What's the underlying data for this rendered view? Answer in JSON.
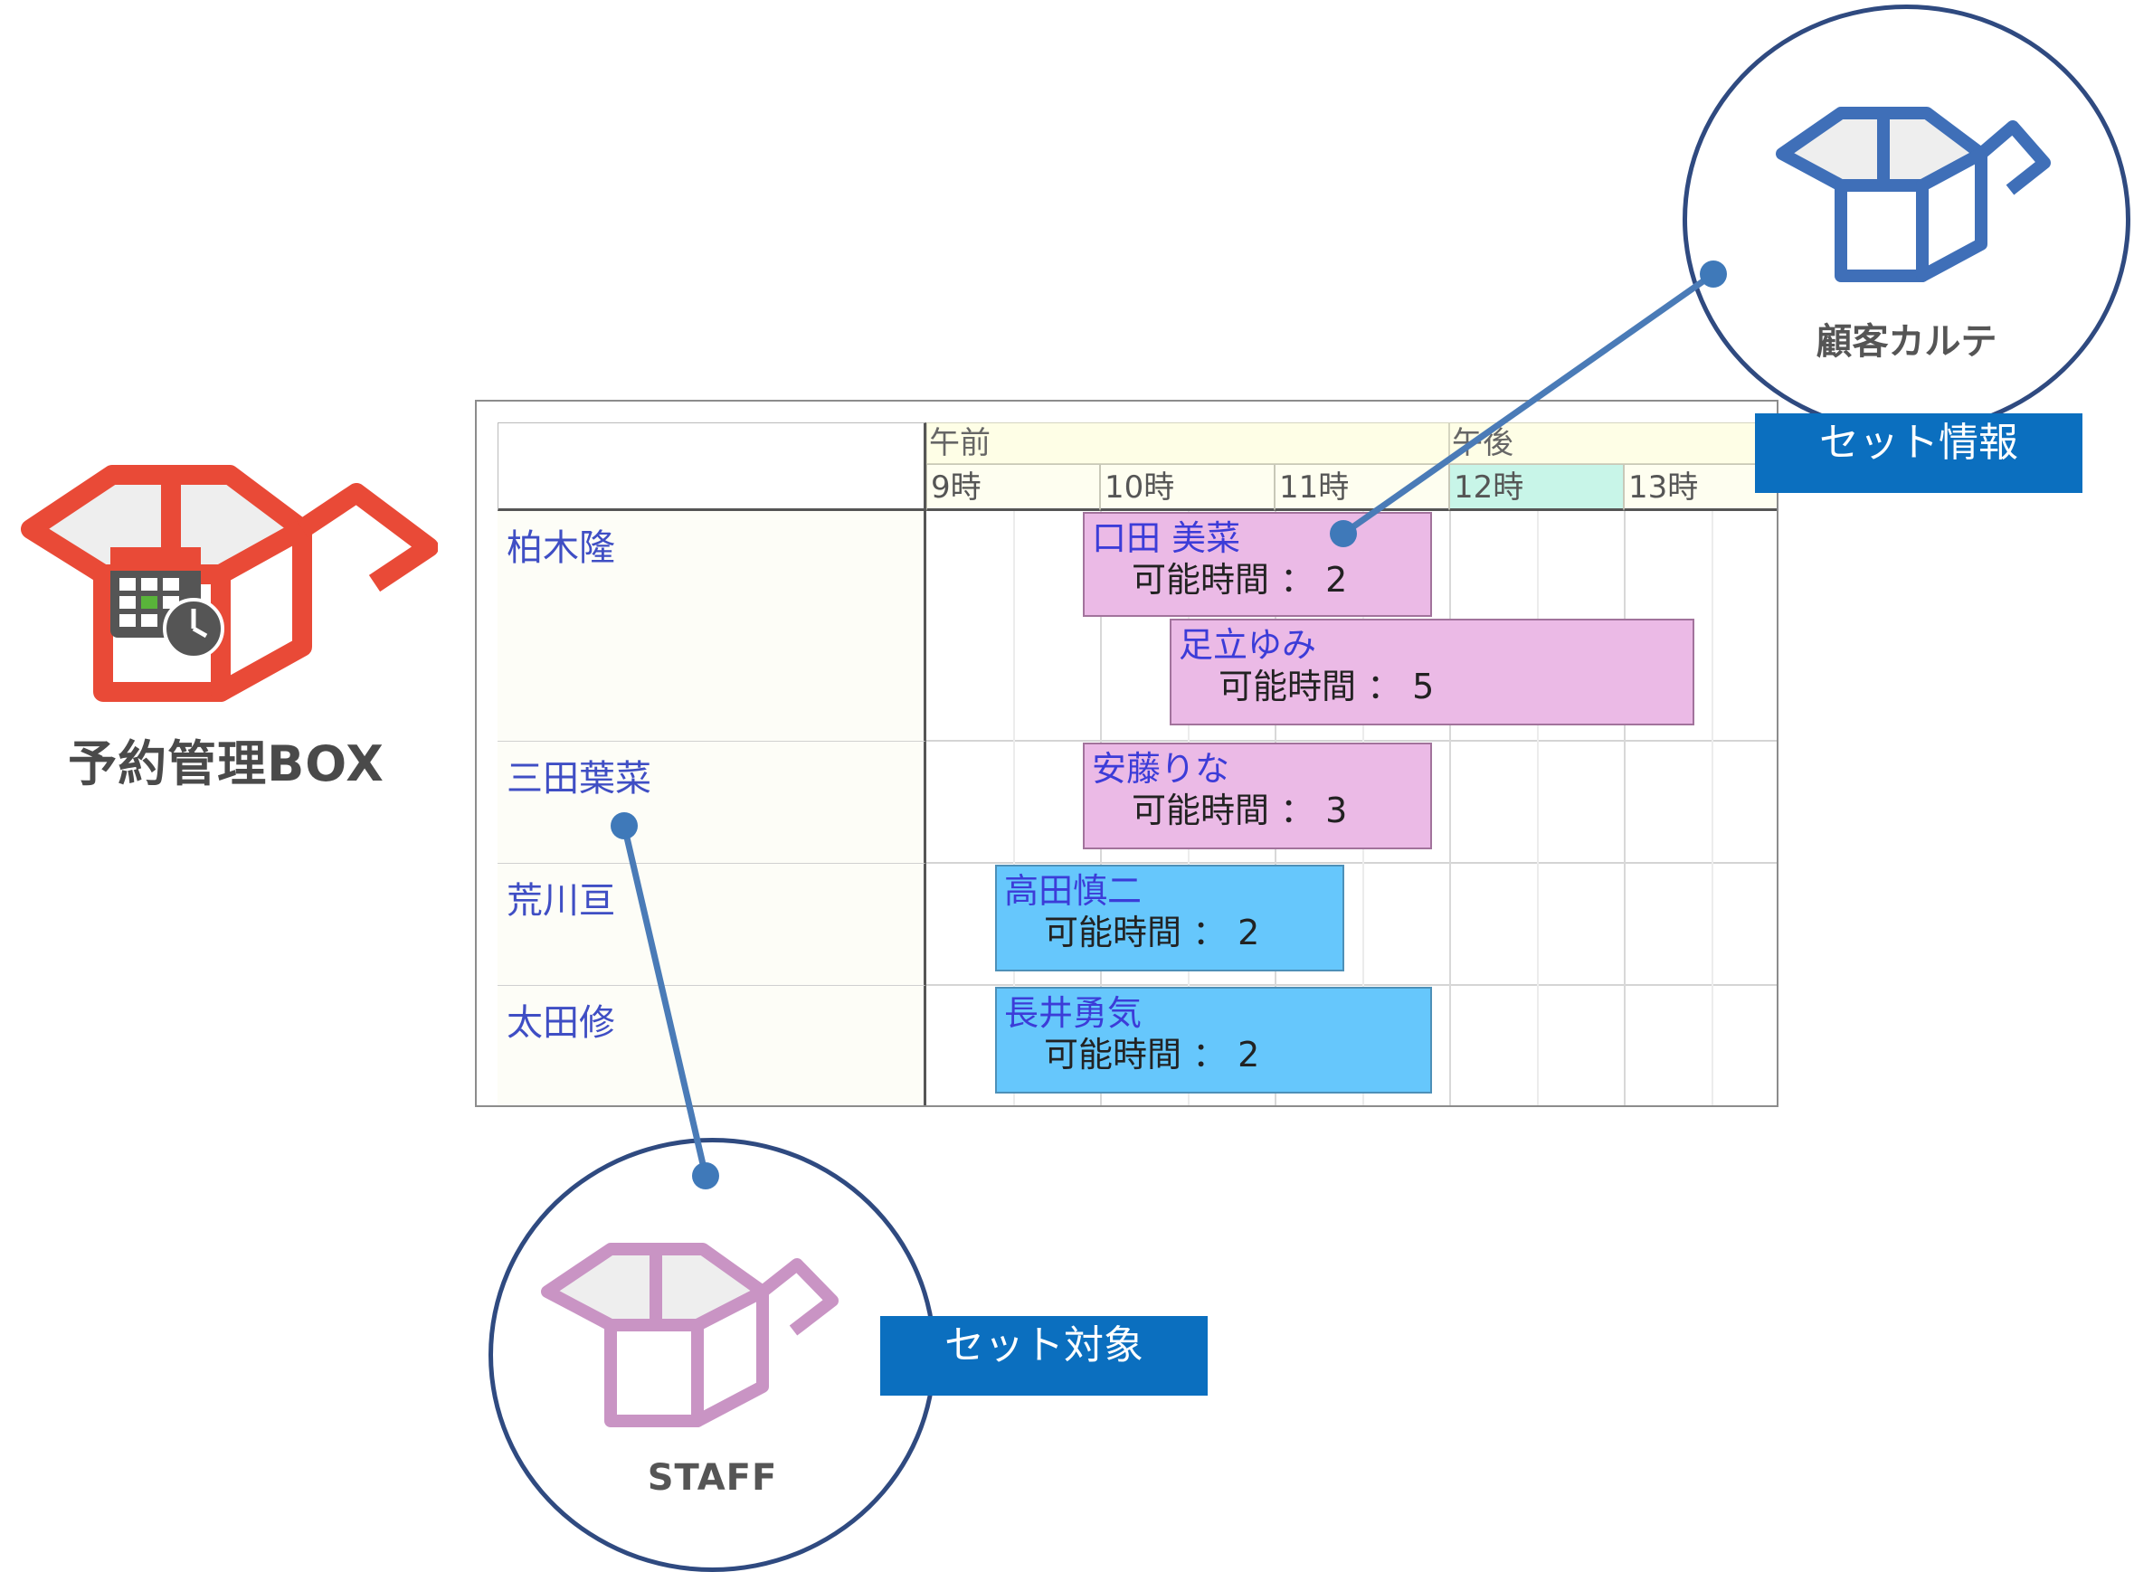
{
  "app": {
    "name": "予約管理BOX",
    "brand_color": "#e94a37",
    "icon": "calendar-clock-icon"
  },
  "schedule": {
    "periods": [
      {
        "label": "午前"
      },
      {
        "label": "午後"
      }
    ],
    "hours": [
      "9時",
      "10時",
      "11時",
      "12時",
      "13時"
    ],
    "highlight_hour": "12時",
    "staff": [
      {
        "name": "柏木隆",
        "bookings": [
          {
            "customer": "口田 美菜",
            "avail_label": "可能時間 ： 2",
            "start": "10:00",
            "end": "12:00",
            "color": "#ebbae6"
          },
          {
            "customer": "足立ゆみ",
            "avail_label": "可能時間 ： 5",
            "start": "10:30",
            "end": "13:30",
            "color": "#ebbae6"
          }
        ]
      },
      {
        "name": "三田葉菜",
        "bookings": [
          {
            "customer": "安藤りな",
            "avail_label": "可能時間 ： 3",
            "start": "10:00",
            "end": "12:00",
            "color": "#ebbae6"
          }
        ]
      },
      {
        "name": "荒川亘",
        "bookings": [
          {
            "customer": "高田慎二",
            "avail_label": "可能時間 ： 2",
            "start": "09:30",
            "end": "11:30",
            "color": "#66c7fc"
          }
        ]
      },
      {
        "name": "太田修",
        "bookings": [
          {
            "customer": "長井勇気",
            "avail_label": "可能時間 ： 2",
            "start": "09:30",
            "end": "12:00",
            "color": "#66c7fc"
          }
        ]
      }
    ]
  },
  "karte": {
    "label": "顧客カルテ",
    "callout": "セット情報",
    "icon_color": "#3f6fb8"
  },
  "staff_box": {
    "label": "STAFF",
    "callout": "セット対象",
    "icon_color": "#c994c4"
  }
}
